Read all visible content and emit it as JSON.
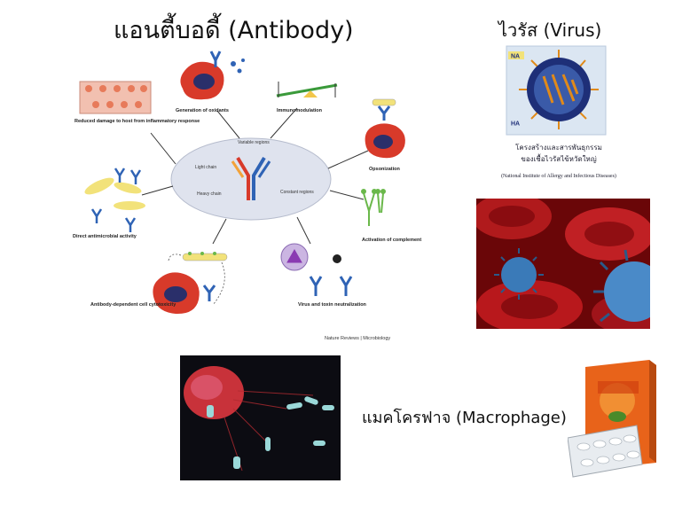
{
  "titles": {
    "antibody": "แอนตี้บอดี้ (Antibody)",
    "virus": "ไวรัส (Virus)",
    "macrophage": "แมคโครฟาจ (Macrophage)"
  },
  "antibody_diagram": {
    "center": {
      "variable": "Variable regions",
      "light": "Light chain",
      "heavy": "Heavy chain",
      "constant": "Constant regions"
    },
    "functions": {
      "oxidants": "Generation of oxidants",
      "immunomodulation": "Immunomodulation",
      "opsonization": "Opsonization",
      "complement": "Activation of complement",
      "neutralization": "Virus and toxin neutralization",
      "adcc": "Antibody-dependent cell cytotoxicity",
      "antimicrobial": "Direct antimicrobial activity",
      "reduced_damage": "Reduced damage to host from inflammatory response"
    },
    "source": "Nature Reviews | Microbiology"
  },
  "virus_diagram": {
    "label_na": "NA",
    "label_ha": "HA",
    "caption_line1": "โครงสร้างและสารพันธุกรรม",
    "caption_line2": "ของเชื้อไวรัสไข้หวัดใหญ่",
    "caption_source": "(National Institute of Allergy and Infectious Diseases)"
  },
  "colors": {
    "cell_red": "#d83a2a",
    "antibody_blue": "#2f63b5",
    "antigen_yellow": "#f2e27a",
    "virus_navy": "#1e2f78",
    "rbc_red": "#a8141a",
    "product_orange": "#e8631a"
  }
}
